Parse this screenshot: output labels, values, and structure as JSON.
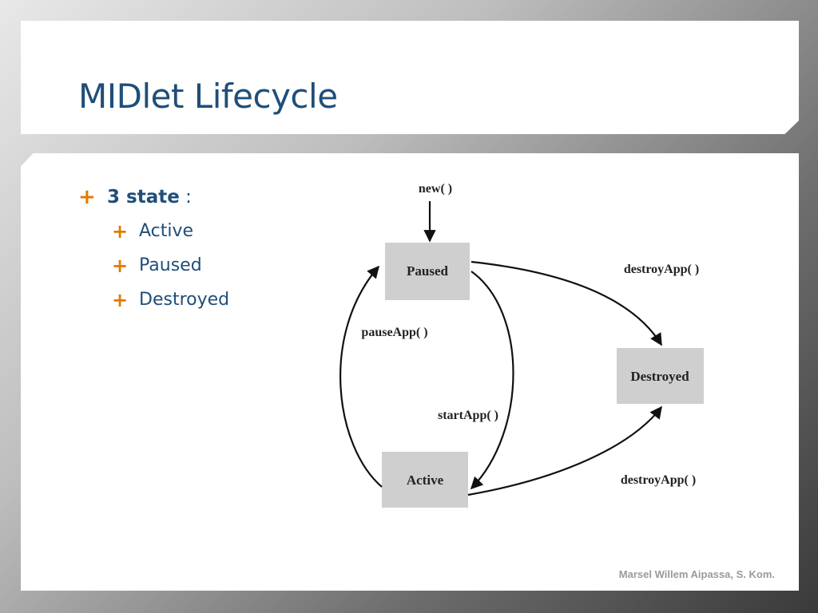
{
  "slide": {
    "title": "MIDlet Lifecycle",
    "bullet": {
      "strong": "3 state",
      "rest": " :"
    },
    "sub_bullets": [
      "Active",
      "Paused",
      "Destroyed"
    ],
    "footer": "Marsel Willem Aipassa, S. Kom."
  },
  "diagram": {
    "states": {
      "paused": "Paused",
      "destroyed": "Destroyed",
      "active": "Active"
    },
    "transitions": {
      "new": "new( )",
      "destroy_from_paused": "destroyApp( )",
      "pause": "pauseApp( )",
      "start": "startApp( )",
      "destroy_from_active": "destroyApp( )"
    }
  },
  "colors": {
    "title": "#1f4e79",
    "bullet_marker": "#e07b00",
    "state_box": "#cfcfcf",
    "footer": "#9a9a9a"
  },
  "icons": {
    "bullet_marker": "plus-icon"
  }
}
